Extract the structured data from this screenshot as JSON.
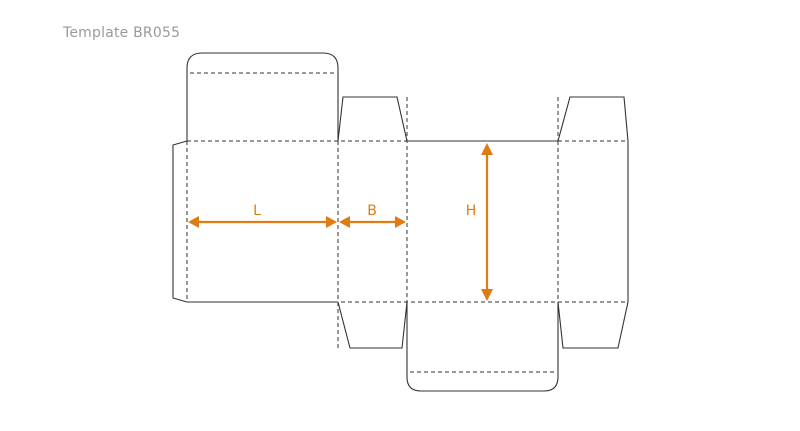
{
  "title": "Template BR055",
  "dimensions": {
    "length_label": "L",
    "width_label": "B",
    "height_label": "H"
  },
  "colors": {
    "dimension": "#e07b12",
    "line": "#333333",
    "title": "#9a9a9a"
  }
}
